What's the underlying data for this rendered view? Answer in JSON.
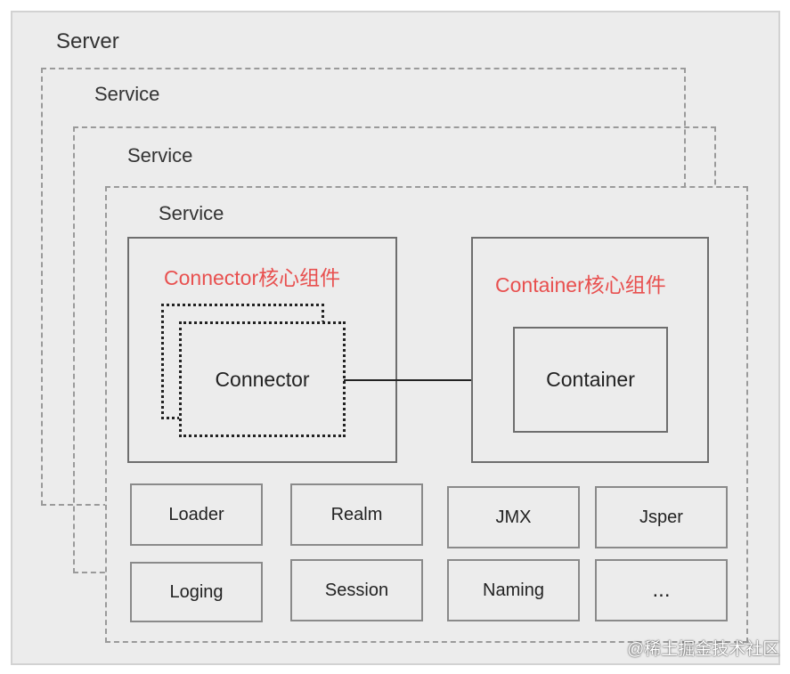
{
  "server": {
    "label": "Server"
  },
  "services": [
    {
      "label": "Service"
    },
    {
      "label": "Service"
    },
    {
      "label": "Service"
    }
  ],
  "connector_core": {
    "title": "Connector核心组件",
    "connector_label": "Connector"
  },
  "container_core": {
    "title": "Container核心组件",
    "container_label": "Container"
  },
  "components": [
    {
      "label": "Loader"
    },
    {
      "label": "Realm"
    },
    {
      "label": "JMX"
    },
    {
      "label": "Jsper"
    },
    {
      "label": "Loging"
    },
    {
      "label": "Session"
    },
    {
      "label": "Naming"
    },
    {
      "label": "..."
    }
  ],
  "watermark": "@稀土掘金技术社区",
  "colors": {
    "accent": "#e8504f",
    "background": "#ececec",
    "border": "#6e6e6e"
  }
}
